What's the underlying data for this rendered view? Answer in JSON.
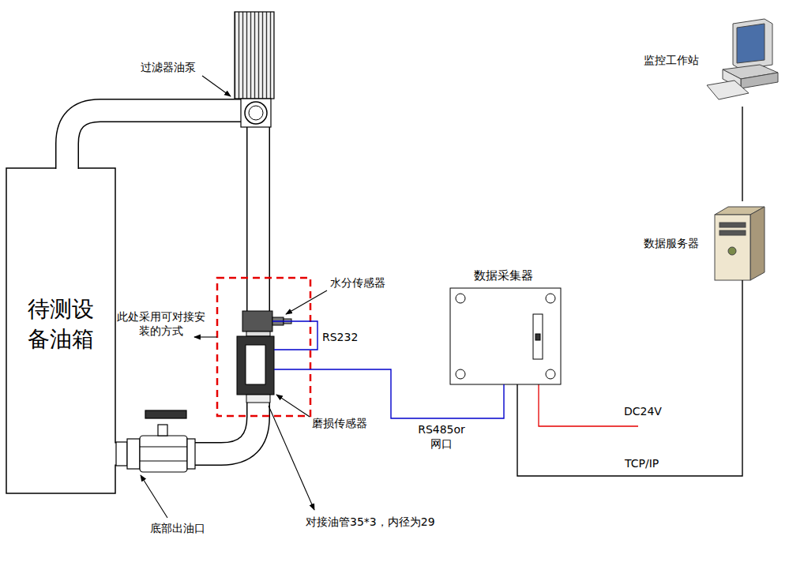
{
  "diagram": {
    "nodes": [
      {
        "text": [
          "待测设备油箱"
        ]
      },
      {
        "text": [
          "过滤器油泵"
        ]
      },
      {
        "text": [
          "水分传感器"
        ]
      },
      {
        "text": [
          "磨损传感器"
        ]
      },
      {
        "text": [
          "数据采集器"
        ]
      },
      {
        "text": [
          "数据服务器"
        ]
      },
      {
        "text": [
          "监控工作站"
        ]
      }
    ],
    "edges": [
      {
        "from": 2,
        "to": 3,
        "label": "RS232",
        "arrow": "none"
      },
      {
        "from": 3,
        "to": 4,
        "label": "RS485or 网口",
        "arrow": "none"
      },
      {
        "from": 4,
        "to": 5,
        "label": "TCP/IP",
        "arrow": "none"
      },
      {
        "from": 5,
        "to": 6,
        "arrow": "none"
      }
    ],
    "labels": [
      "此处采用可对接安装的方式",
      "DC24V",
      "底部出油口",
      "对接油管35*3，内径为29"
    ]
  }
}
